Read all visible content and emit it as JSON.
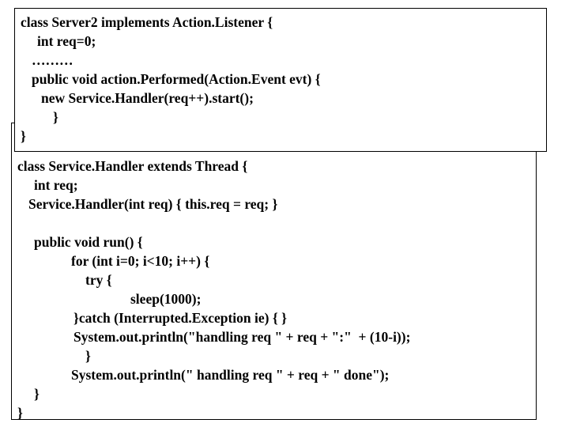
{
  "slide": {
    "background_color": "#ffffff",
    "text_color": "#000000",
    "border_color": "#000000",
    "language": "java"
  },
  "box_server2": {
    "name": "Server2 code block",
    "lines": [
      "class Server2 implements Action.Listener {",
      "int req=0;",
      "………",
      "public void action.Performed(Action.Event evt) {",
      "new Service.Handler(req++).start();",
      "}",
      "}"
    ]
  },
  "box_servicehandler": {
    "name": "ServiceHandler code block",
    "lines": [
      "class Service.Handler extends Thread {",
      "int req;",
      "Service.Handler(int req) { this.req = req; }",
      "",
      "public void run() {",
      "for (int i=0; i<10; i++) {",
      "try {",
      "sleep(1000);",
      "}catch (Interrupted.Exception ie) { }",
      "System.out.println(\"handling req \" + req + \":\"  + (10-i));",
      "}",
      "System.out.println(\" handling req \" + req + \" done\");",
      "}",
      "}"
    ]
  }
}
